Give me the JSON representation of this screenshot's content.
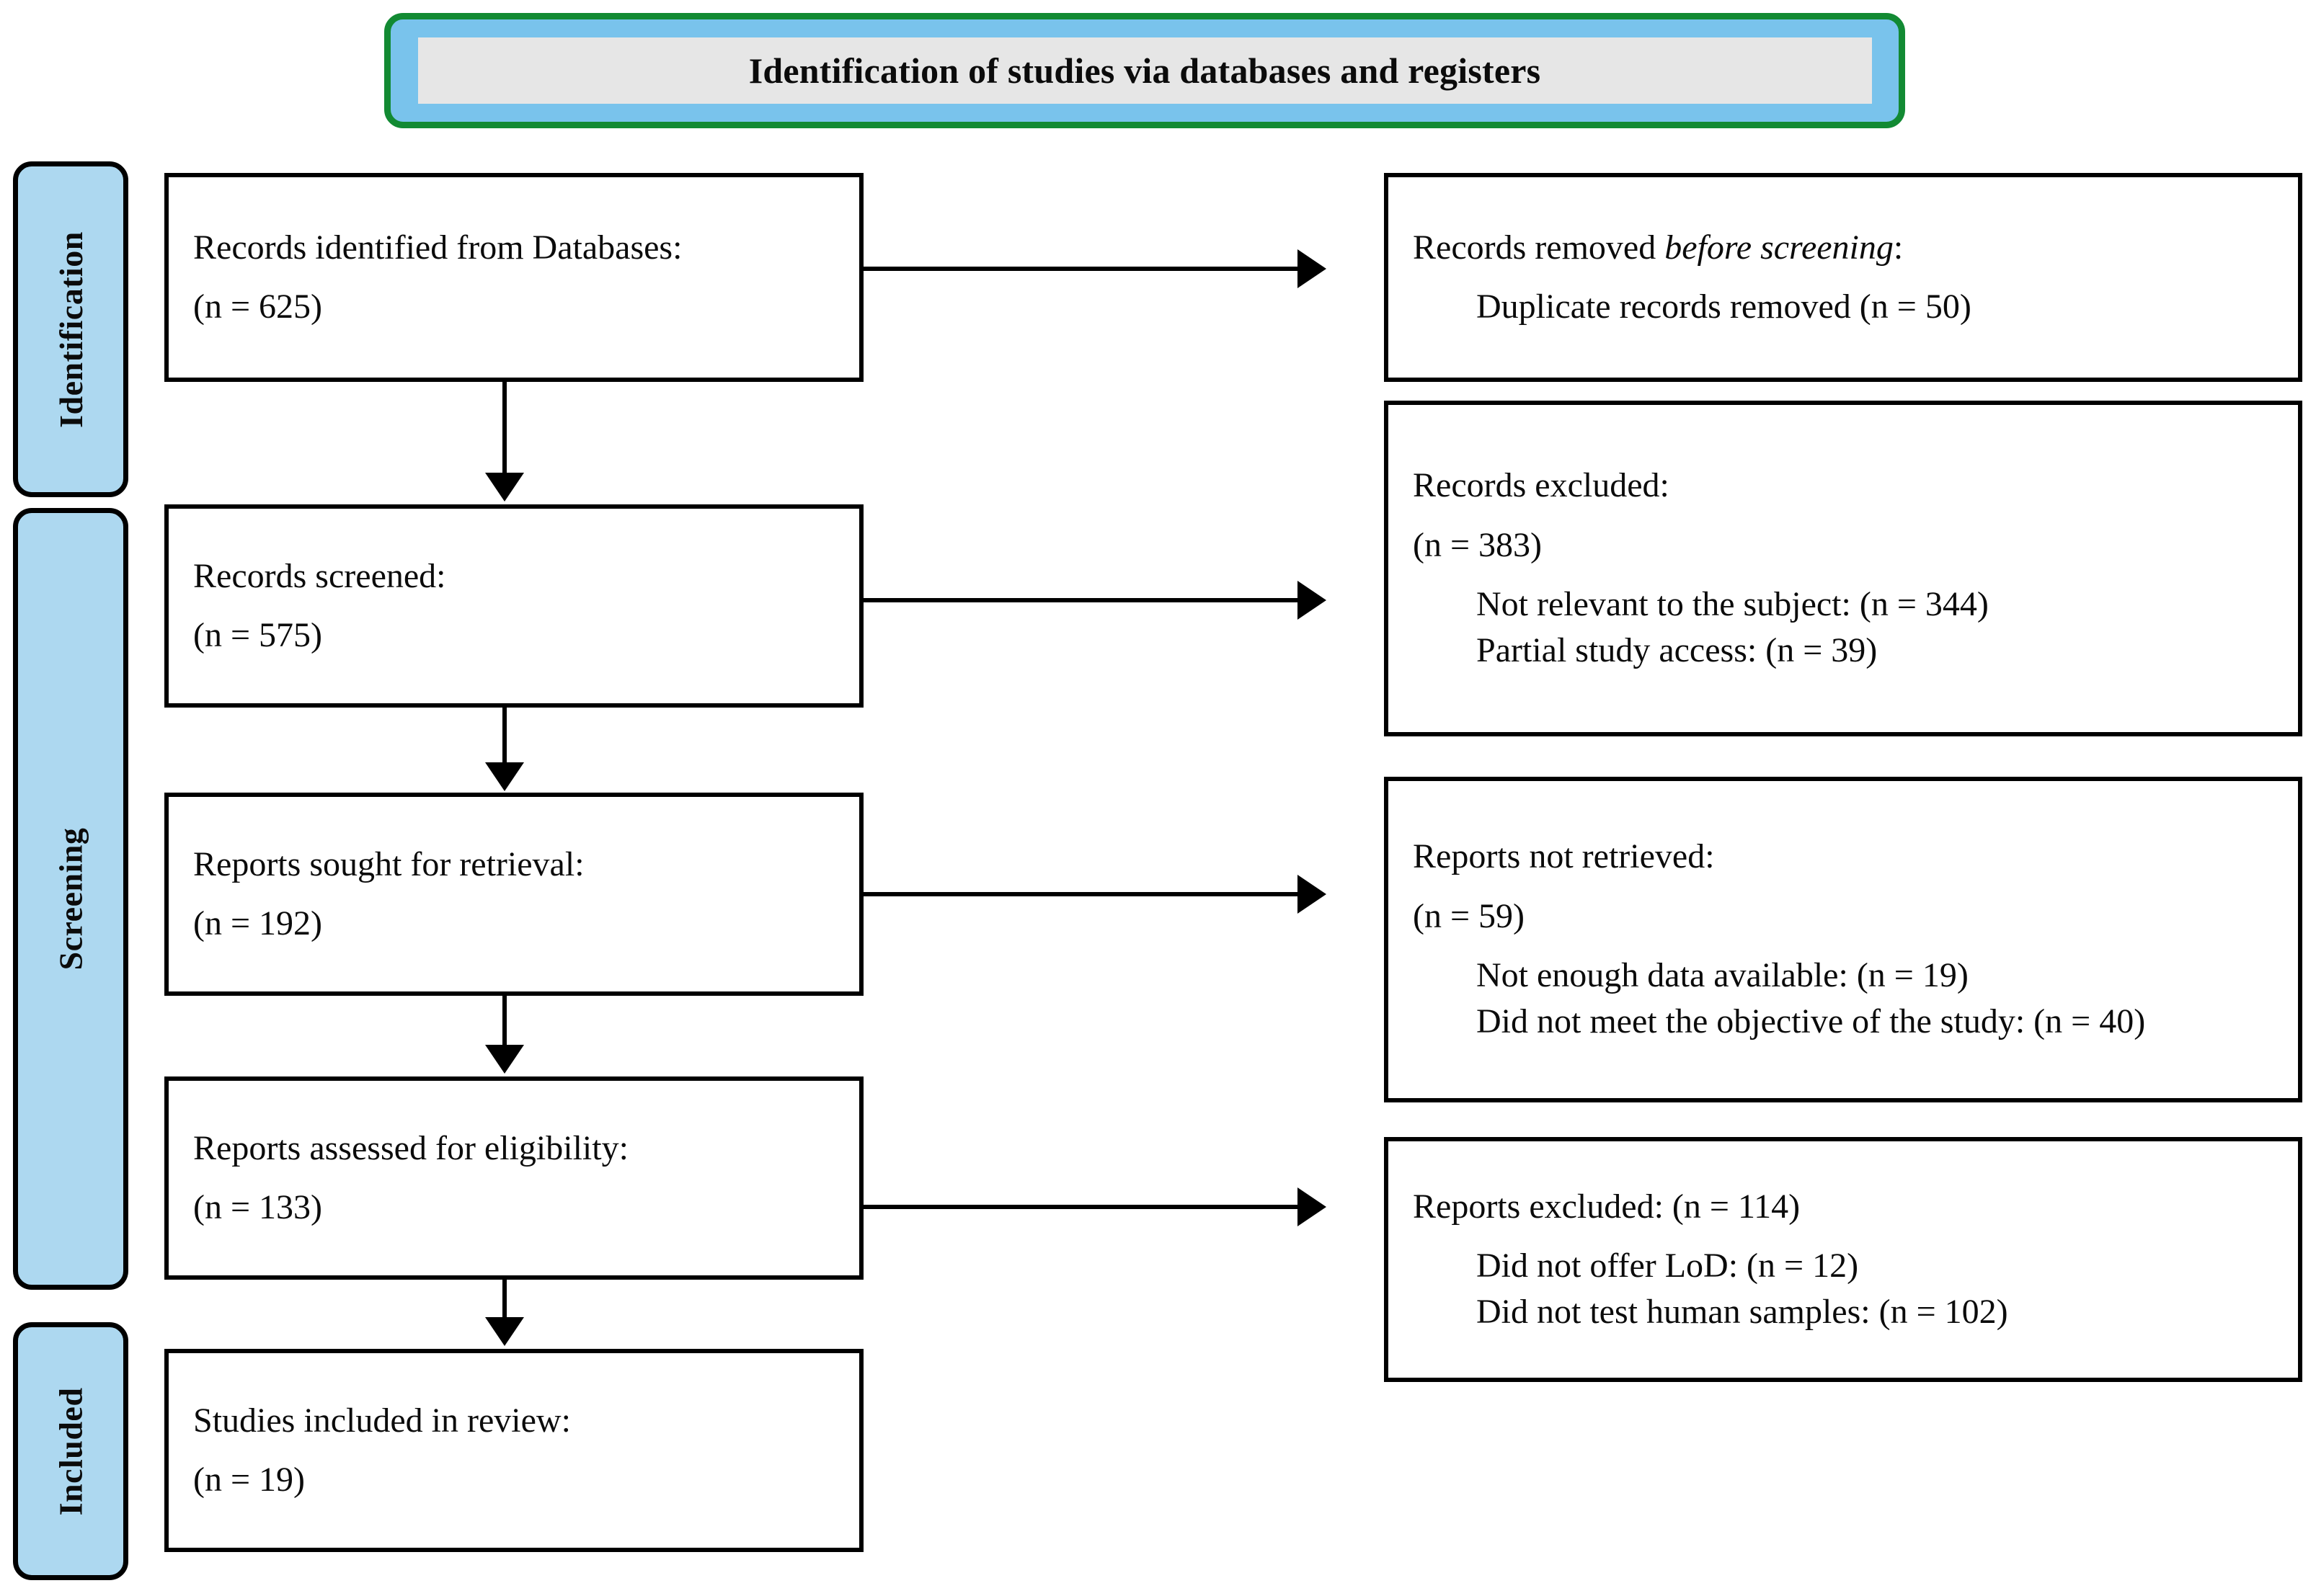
{
  "banner": {
    "title": "Identification of studies via databases and registers"
  },
  "stages": [
    {
      "id": "identification",
      "label": "Identification"
    },
    {
      "id": "screening",
      "label": "Screening"
    },
    {
      "id": "included",
      "label": "Included"
    }
  ],
  "flow": {
    "identified": {
      "title": "Records identified from Databases:",
      "count": "(n = 625)"
    },
    "screened": {
      "title": "Records screened:",
      "count": "(n = 575)"
    },
    "sought": {
      "title": "Reports sought for retrieval:",
      "count": "(n = 192)"
    },
    "assessed": {
      "title": "Reports assessed for eligibility:",
      "count": "(n = 133)"
    },
    "included": {
      "title": "Studies included in review:",
      "count": "(n = 19)"
    }
  },
  "exclusions": {
    "removed": {
      "title_prefix": "Records removed ",
      "title_italic": "before screening",
      "title_suffix": ":",
      "items": [
        "Duplicate records removed (n = 50)"
      ]
    },
    "excluded_records": {
      "title": "Records excluded:",
      "count": "(n = 383)",
      "items": [
        "Not relevant to the subject: (n = 344)",
        "Partial study access: (n = 39)"
      ]
    },
    "not_retrieved": {
      "title": "Reports not retrieved:",
      "count": "(n = 59)",
      "items": [
        "Not enough data available: (n = 19)",
        "Did not meet the objective of the study: (n = 40)"
      ]
    },
    "excluded_reports": {
      "title": "Reports excluded: (n = 114)",
      "items": [
        "Did not offer LoD: (n = 12)",
        "Did not test human samples: (n = 102)"
      ]
    }
  },
  "colors": {
    "banner_border": "#128A33",
    "banner_fill": "#79C3EC",
    "banner_inner": "#E6E6E6",
    "stage_fill": "#ADD8F0",
    "node_border": "#000000",
    "node_fill": "#FFFFFF"
  }
}
